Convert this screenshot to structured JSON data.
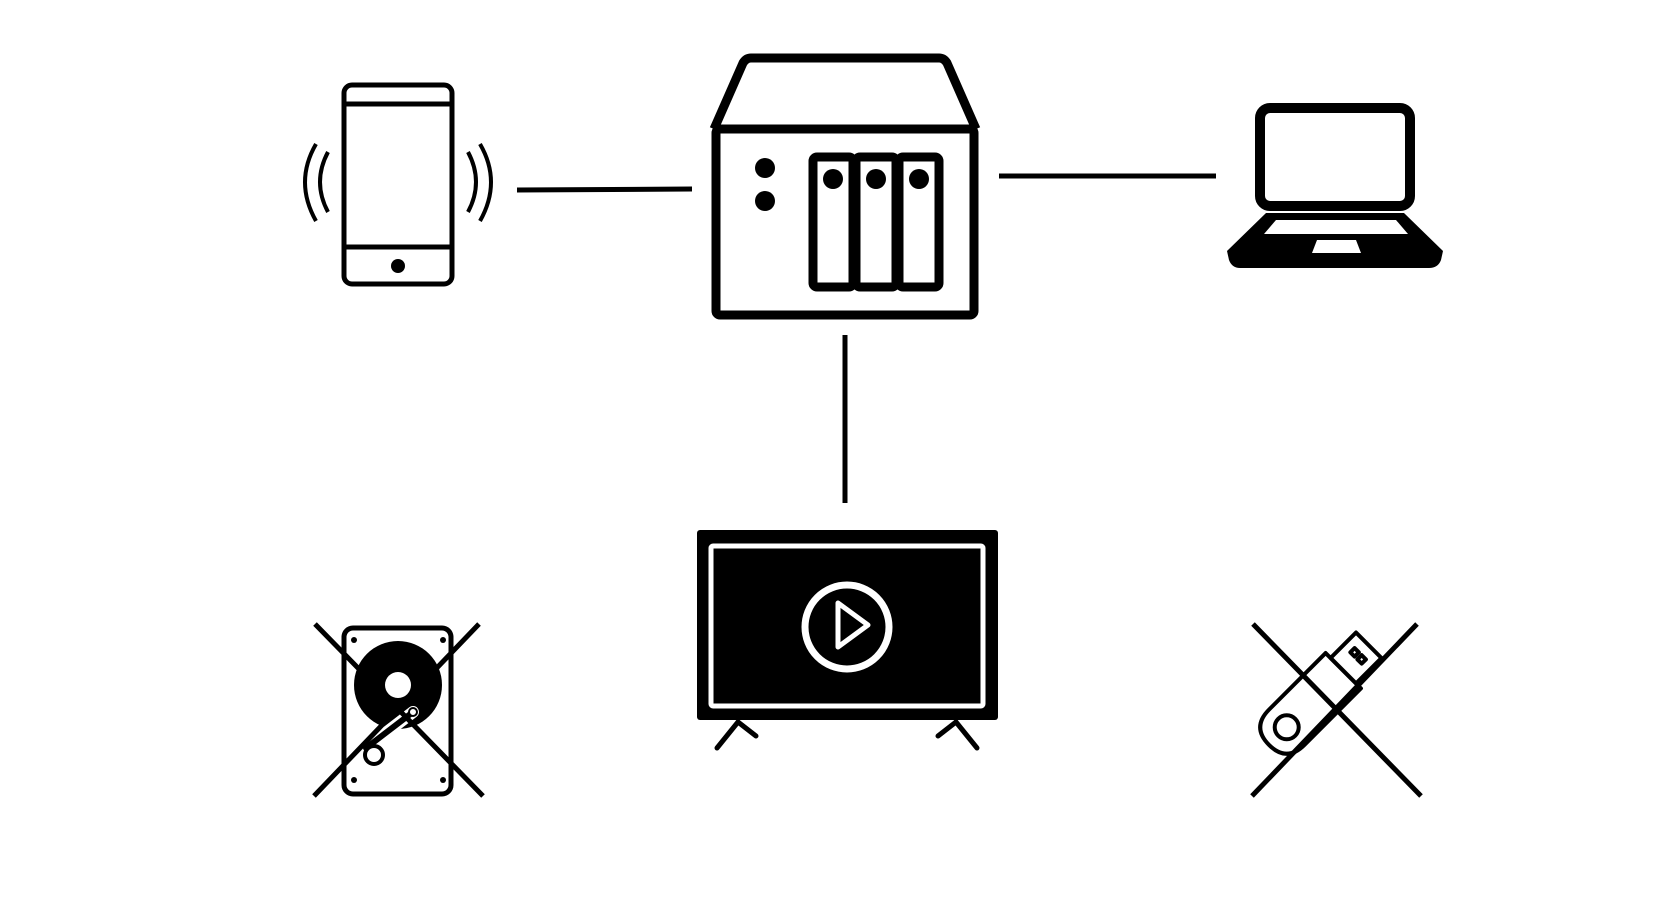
{
  "diagram": {
    "background": "#ffffff",
    "ink": "#000000",
    "nodes": [
      {
        "id": "nas",
        "icon": "nas-storage-icon",
        "status": "connected"
      },
      {
        "id": "phone",
        "icon": "smartphone-wireless-icon",
        "status": "connected"
      },
      {
        "id": "laptop",
        "icon": "laptop-icon",
        "status": "connected"
      },
      {
        "id": "tv",
        "icon": "tv-play-icon",
        "status": "connected"
      },
      {
        "id": "hdd",
        "icon": "hard-drive-icon",
        "status": "crossed-out"
      },
      {
        "id": "usb",
        "icon": "usb-drive-icon",
        "status": "crossed-out"
      }
    ],
    "connections": [
      {
        "from": "phone",
        "to": "nas"
      },
      {
        "from": "nas",
        "to": "laptop"
      },
      {
        "from": "nas",
        "to": "tv"
      }
    ]
  }
}
